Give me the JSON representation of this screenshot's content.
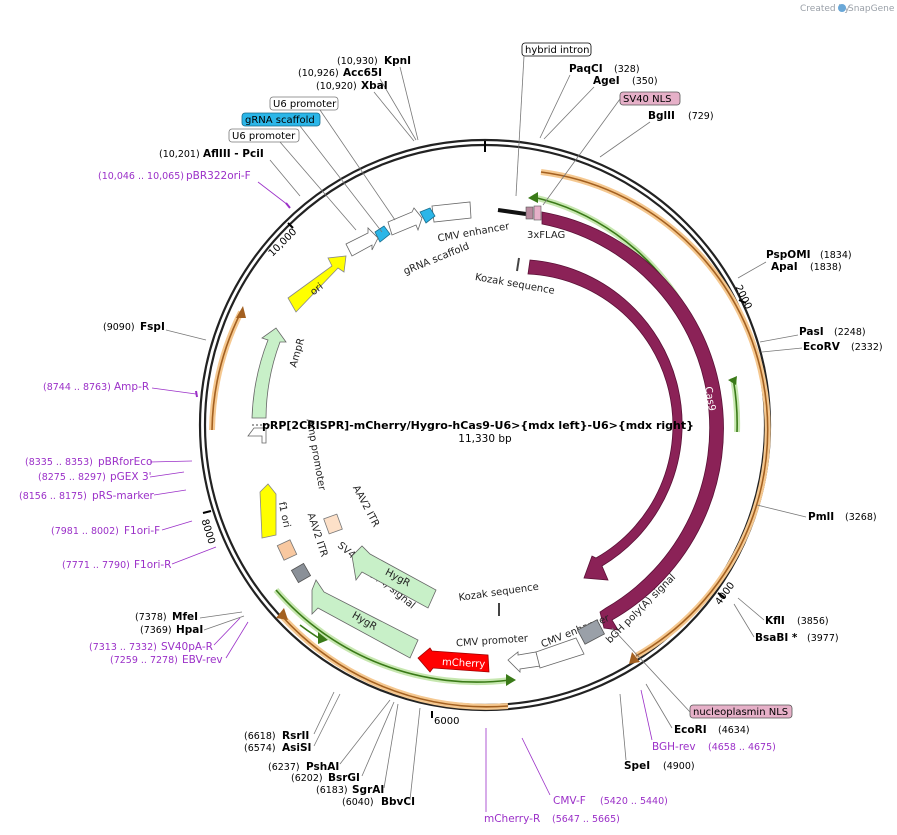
{
  "credit": {
    "text": "Created by",
    "brand": "SnapGene"
  },
  "plasmid": {
    "name": "pRP[2CRISPR]-mCherry/Hygro-hCas9-U6>{mdx left}-U6>{mdx right}",
    "length_label": "11,330 bp"
  },
  "ticks": [
    "2000",
    "4000",
    "6000",
    "8000",
    "10,000"
  ],
  "enzymes": [
    {
      "name": "KpnI",
      "pos": "(10,930)"
    },
    {
      "name": "Acc65I",
      "pos": "(10,926)"
    },
    {
      "name": "XbaI",
      "pos": "(10,920)"
    },
    {
      "name": "AflIII  - PciI",
      "pos": "(10,201)"
    },
    {
      "name": "PaqCI",
      "pos": "(328)"
    },
    {
      "name": "AgeI",
      "pos": "(350)"
    },
    {
      "name": "BglII",
      "pos": "(729)"
    },
    {
      "name": "PspOMI",
      "pos": "(1834)"
    },
    {
      "name": "ApaI",
      "pos": "(1838)"
    },
    {
      "name": "PasI",
      "pos": "(2248)"
    },
    {
      "name": "EcoRV",
      "pos": "(2332)"
    },
    {
      "name": "PmlI",
      "pos": "(3268)"
    },
    {
      "name": "KflI",
      "pos": "(3856)"
    },
    {
      "name": "BsaBI *",
      "pos": "(3977)"
    },
    {
      "name": "EcoRI",
      "pos": "(4634)"
    },
    {
      "name": "SpeI",
      "pos": "(4900)"
    },
    {
      "name": "FspI",
      "pos": "(9090)"
    },
    {
      "name": "MfeI",
      "pos": "(7378)"
    },
    {
      "name": "HpaI",
      "pos": "(7369)"
    },
    {
      "name": "RsrII",
      "pos": "(6618)"
    },
    {
      "name": "AsiSI",
      "pos": "(6574)"
    },
    {
      "name": "PshAI",
      "pos": "(6237)"
    },
    {
      "name": "BsrGI",
      "pos": "(6202)"
    },
    {
      "name": "SgrAI",
      "pos": "(6183)"
    },
    {
      "name": "BbvCI",
      "pos": "(6040)"
    }
  ],
  "primers": [
    {
      "name": "pBR322ori-F",
      "pos": "(10,046 .. 10,065)"
    },
    {
      "name": "Amp-R",
      "pos": "(8744 .. 8763)"
    },
    {
      "name": "pBRforEco",
      "pos": "(8335 .. 8353)"
    },
    {
      "name": "pGEX 3'",
      "pos": "(8275 .. 8297)"
    },
    {
      "name": "pRS-marker",
      "pos": "(8156 .. 8175)"
    },
    {
      "name": "F1ori-F",
      "pos": "(7981 .. 8002)"
    },
    {
      "name": "F1ori-R",
      "pos": "(7771 .. 7790)"
    },
    {
      "name": "SV40pA-R",
      "pos": "(7313 .. 7332)"
    },
    {
      "name": "EBV-rev",
      "pos": "(7259 .. 7278)"
    },
    {
      "name": "BGH-rev",
      "pos": "(4658 .. 4675)"
    },
    {
      "name": "CMV-F",
      "pos": "(5420 .. 5440)"
    },
    {
      "name": "mCherry-R",
      "pos": "(5647 .. 5665)"
    }
  ],
  "boxed_labels": [
    "hybrid intron",
    "SV40 NLS",
    "U6 promoter",
    "gRNA scaffold",
    "U6 promoter",
    "nucleoplasmin NLS"
  ],
  "features": [
    "CMV enhancer",
    "gRNA scaffold",
    "3xFLAG",
    "Kozak sequence",
    "Cas9",
    "Cas9",
    "ori",
    "AmpR",
    "Amp promoter",
    "f1 ori",
    "AAV2 ITR",
    "AAV2 ITR",
    "SV40 poly(A) signal",
    "HygR",
    "HygR",
    "Kozak sequence",
    "CMV enhancer",
    "CMV promoter",
    "bGH poly(A) signal",
    "mCherry"
  ],
  "colors": {
    "cas9": "#8b2257",
    "ori": "#ffff00",
    "marker": "#c8f0c8",
    "mcherry": "#ff0000",
    "primer": "#9b30c8",
    "orf_orange": "#f0a040",
    "orf_green": "#5aa02c",
    "scaffold": "#2bb6e8",
    "nls": "#e8b0c8",
    "itr": "#f8c8a0"
  }
}
